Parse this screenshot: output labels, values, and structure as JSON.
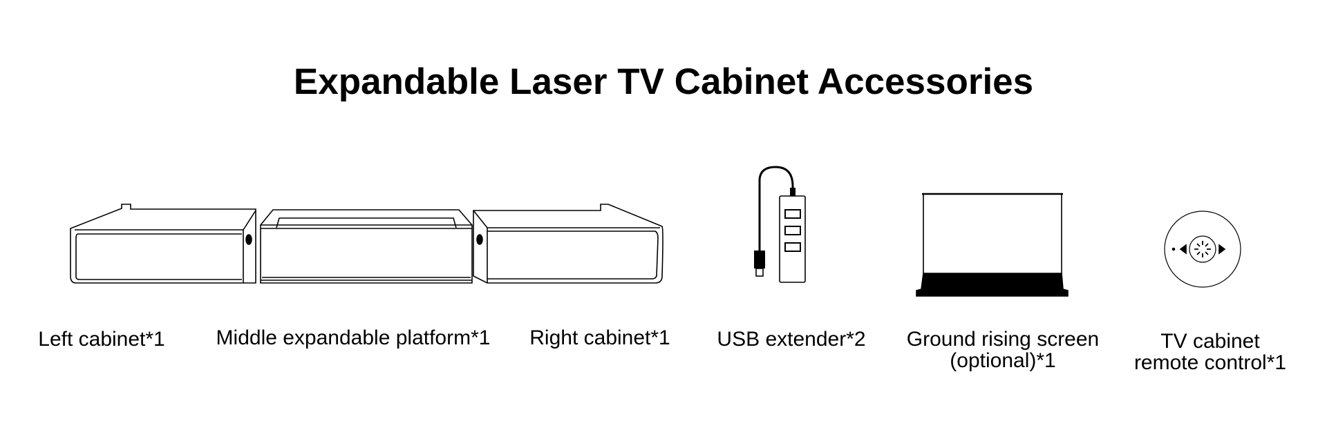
{
  "title": "Expandable Laser TV Cabinet Accessories",
  "items": [
    {
      "label": "Left cabinet*1",
      "icon": "left-cabinet"
    },
    {
      "label": "Middle expandable platform*1",
      "icon": "middle-platform"
    },
    {
      "label": "Right cabinet*1",
      "icon": "right-cabinet"
    },
    {
      "label": "USB extender*2",
      "icon": "usb-hub"
    },
    {
      "label": "Ground rising screen",
      "label2": "(optional)*1",
      "icon": "projector-screen"
    },
    {
      "label": "TV cabinet",
      "label2": "remote control*1",
      "icon": "remote-control"
    }
  ]
}
